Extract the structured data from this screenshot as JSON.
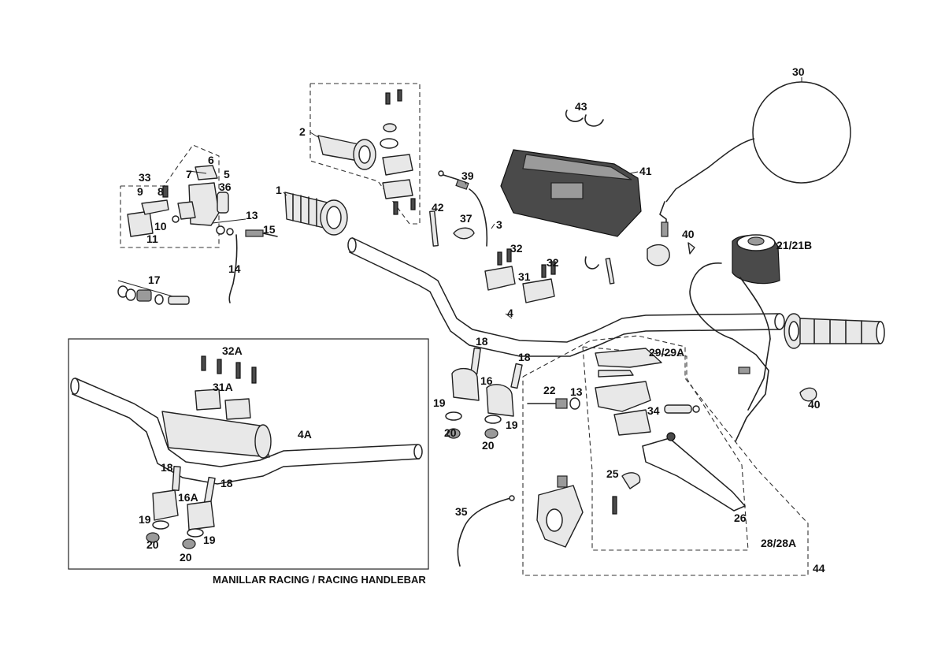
{
  "diagram": {
    "caption": "MANILLAR RACING / RACING HANDLEBAR",
    "labels": {
      "l1": "1",
      "l2": "2",
      "l3": "3",
      "l4": "4",
      "l4A": "4A",
      "l5": "5",
      "l6": "6",
      "l7": "7",
      "l8": "8",
      "l9": "9",
      "l10": "10",
      "l11": "11",
      "l13a": "13",
      "l13b": "13",
      "l14": "14",
      "l15": "15",
      "l16": "16",
      "l16A": "16A",
      "l17": "17",
      "l18a": "18",
      "l18b": "18",
      "l18c": "18",
      "l18d": "18",
      "l19a": "19",
      "l19b": "19",
      "l19c": "19",
      "l19d": "19",
      "l20a": "20",
      "l20b": "20",
      "l20c": "20",
      "l20d": "20",
      "l21": "21/21B",
      "l22": "22",
      "l25": "25",
      "l26": "26",
      "l28": "28/28A",
      "l29": "29/29A",
      "l30": "30",
      "l31a": "31",
      "l31A": "31A",
      "l32a": "32",
      "l32b": "32",
      "l32A": "32A",
      "l33": "33",
      "l34": "34",
      "l35": "35",
      "l36": "36",
      "l37": "37",
      "l39": "39",
      "l40a": "40",
      "l40b": "40",
      "l41": "41",
      "l42": "42",
      "l43": "43",
      "l44": "44"
    }
  }
}
